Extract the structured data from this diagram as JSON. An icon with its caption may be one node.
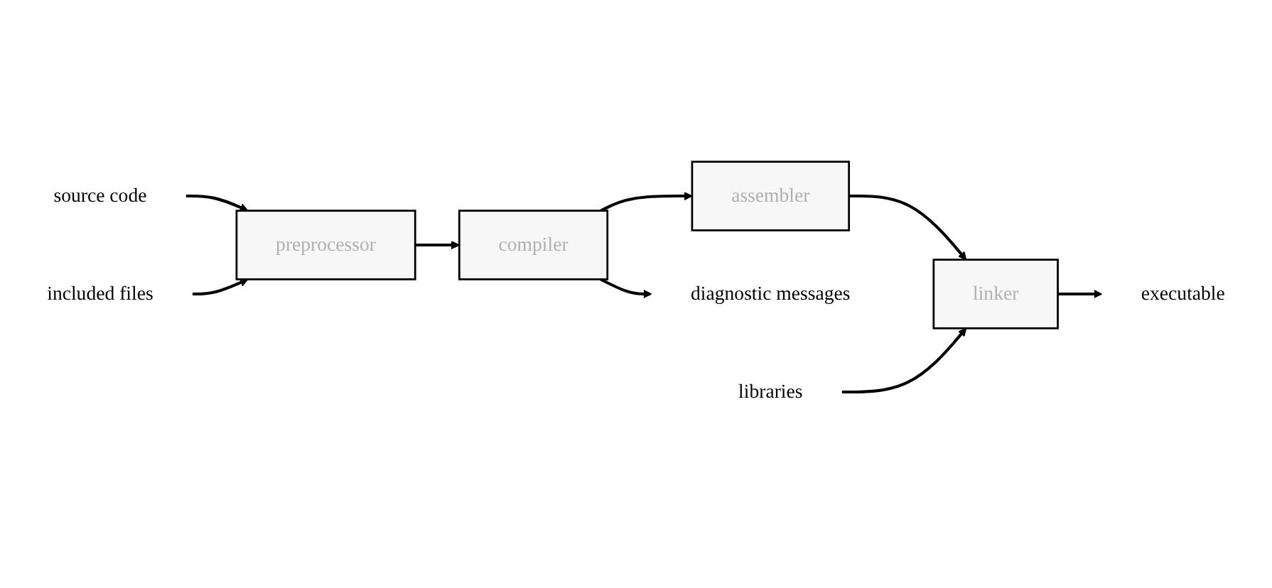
{
  "diagram": {
    "nodes": [
      {
        "text": [
          "source code"
        ]
      },
      {
        "text": [
          "preprocessor"
        ]
      },
      {
        "text": [
          "compiler"
        ]
      },
      {
        "text": [
          "assembler"
        ]
      },
      {
        "text": [
          "linker"
        ]
      },
      {
        "text": [
          "included files"
        ]
      },
      {
        "text": [
          "diagnostic messages"
        ]
      },
      {
        "text": [
          "libraries"
        ]
      },
      {
        "text": [
          "executable"
        ]
      }
    ],
    "edges": [
      {
        "from": 0,
        "to": 1,
        "arrow": "to"
      },
      {
        "from": 1,
        "to": 2,
        "arrow": "to"
      },
      {
        "from": 2,
        "to": 3,
        "arrow": "to"
      },
      {
        "from": 3,
        "to": 4,
        "arrow": "to"
      },
      {
        "from": 4,
        "to": 8,
        "arrow": "to"
      },
      {
        "from": 5,
        "to": 1,
        "arrow": "to"
      },
      {
        "from": 2,
        "to": 6,
        "arrow": "to"
      },
      {
        "from": 7,
        "to": 4,
        "arrow": "to"
      }
    ]
  }
}
